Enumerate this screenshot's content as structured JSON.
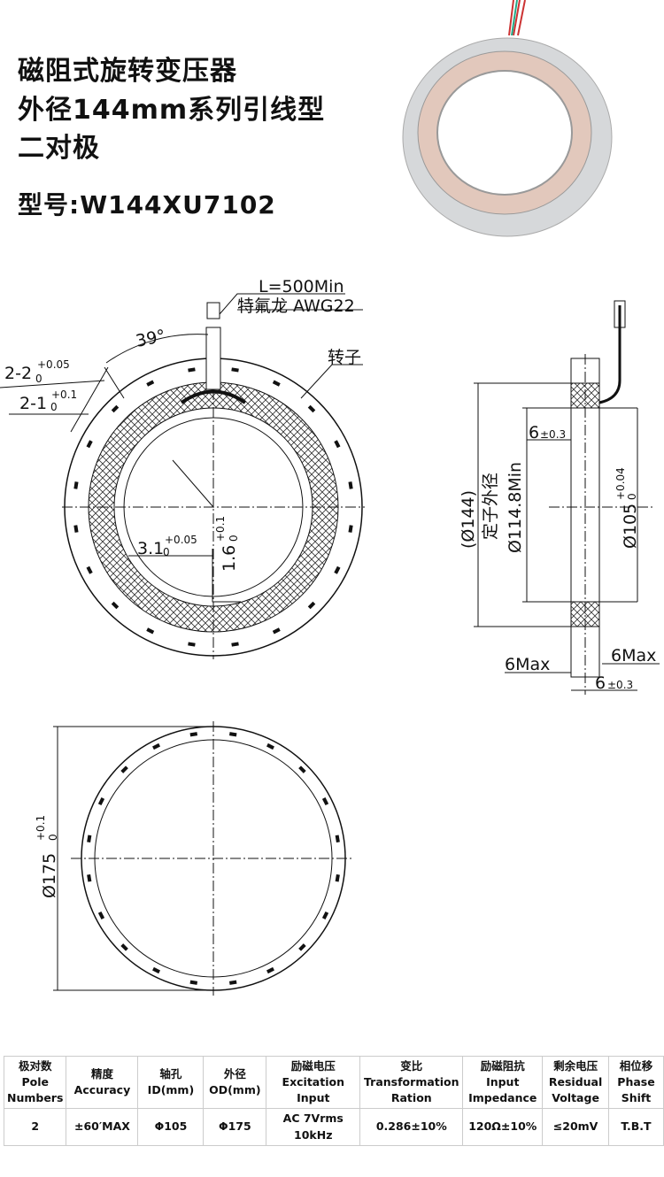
{
  "title": {
    "line1": "磁阻式旋转变压器",
    "line2": "外径144mm系列引线型",
    "line3": "二对极",
    "model": "型号:W144XU7102"
  },
  "front_view": {
    "lead_length": "L=500Min",
    "wire": "特氟龙 AWG22",
    "angle": "39°",
    "hole1": "2-2",
    "hole1_tol": "+0.05",
    "hole1_tol_low": "0",
    "hole2": "2-1",
    "hole2_tol": "+0.1",
    "hole2_tol_low": "0",
    "rotor": "转子",
    "key_width": "3.1",
    "key_width_tol": "+0.05",
    "key_width_low": "0",
    "key_depth": "1.6",
    "key_depth_tol": "+0.1",
    "key_depth_low": "0"
  },
  "side_view": {
    "stator_od": "(Ø144)",
    "stator_label": "定子外径",
    "min_id": "Ø114.8Min",
    "rotor_id": "Ø105",
    "rotor_id_tol": "+0.04",
    "rotor_id_low": "0",
    "thick_top": "6",
    "thick_top_tol": "±0.3",
    "max_left": "6Max",
    "max_right": "6Max",
    "thick_bottom": "6",
    "thick_bottom_tol": "±0.3"
  },
  "bottom_view": {
    "od": "Ø175",
    "od_tol": "+0.1",
    "od_low": "0"
  },
  "spec_table": {
    "headers": [
      [
        "极对数",
        "Pole",
        "Numbers"
      ],
      [
        "精度",
        "Accuracy"
      ],
      [
        "轴孔",
        "ID(mm)"
      ],
      [
        "外径",
        "OD(mm)"
      ],
      [
        "励磁电压",
        "Excitation Input"
      ],
      [
        "变比",
        "Transformation",
        "Ration"
      ],
      [
        "励磁阻抗",
        "Input",
        "Impedance"
      ],
      [
        "剩余电压",
        "Residual",
        "Voltage"
      ],
      [
        "相位移",
        "Phase",
        "Shift"
      ]
    ],
    "row": [
      "2",
      "±60′MAX",
      "Φ105",
      "Φ175",
      "AC 7Vrms 10kHz",
      "0.286±10%",
      "120Ω±10%",
      "≤20mV",
      "T.B.T"
    ]
  }
}
